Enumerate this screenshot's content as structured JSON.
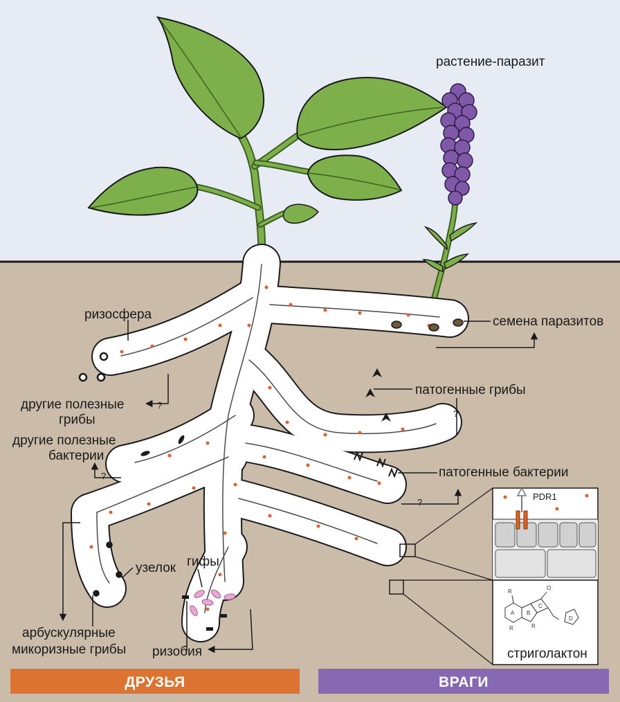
{
  "labels": {
    "parasite_plant": "растение-паразит",
    "rhizosphere": "ризосфера",
    "parasite_seeds": "семена паразитов",
    "pathogenic_fungi": "патогенные грибы",
    "pathogenic_bacteria": "патогенные бактерии",
    "other_fungi_line1": "другие полезные",
    "other_fungi_line2": "грибы",
    "other_bacteria_line1": "другие полезные",
    "other_bacteria_line2": "бактерии",
    "nodule": "узелок",
    "hyphae": "гифы",
    "amf_line1": "арбускулярные",
    "amf_line2": "микоризные грибы",
    "rhizobia": "ризобия",
    "pdr1": "PDR1",
    "strigolactone": "стриголактон",
    "question": "?"
  },
  "molecule_labels": {
    "r1": "R",
    "r2": "R",
    "r3": "R",
    "ring_a": "A",
    "ring_b": "B",
    "ring_c": "C",
    "ring_d": "D",
    "oxygen": "O"
  },
  "banners": {
    "friends": "ДРУЗЬЯ",
    "enemies": "ВРАГИ"
  },
  "colors": {
    "sky": "#e6ebf4",
    "soil": "#cbbba9",
    "leaf": "#7db04b",
    "leaf_dark": "#3c6020",
    "flower": "#7f59a8",
    "root": "#ffffff",
    "dot": "#d9622b",
    "friends": "#dd7330",
    "enemies": "#8768b2",
    "cell": "#d1d1d1",
    "pdr1": "#e06420"
  }
}
